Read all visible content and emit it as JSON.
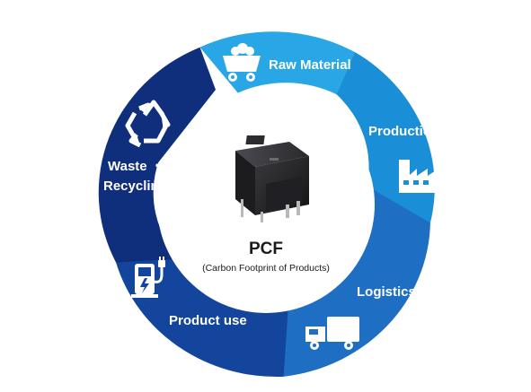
{
  "diagram": {
    "center": {
      "title": "PCF",
      "subtitle": "(Carbon Footprint of Products)",
      "image_icon": "relay-component-icon"
    },
    "stages": [
      {
        "label": "Raw Material",
        "icon": "mine-cart-icon",
        "color": "#29a6e6"
      },
      {
        "label": "Production",
        "icon": "factory-icon",
        "color": "#1b8ed8"
      },
      {
        "label": "Logistics",
        "icon": "truck-icon",
        "color": "#1e6fc4"
      },
      {
        "label": "Product use",
        "icon": "ev-charger-icon",
        "color": "#14459c"
      },
      {
        "label": "Waste ・",
        "label_line2": "Recycling",
        "icon": "recycle-icon",
        "color": "#0f2f7c"
      }
    ]
  }
}
